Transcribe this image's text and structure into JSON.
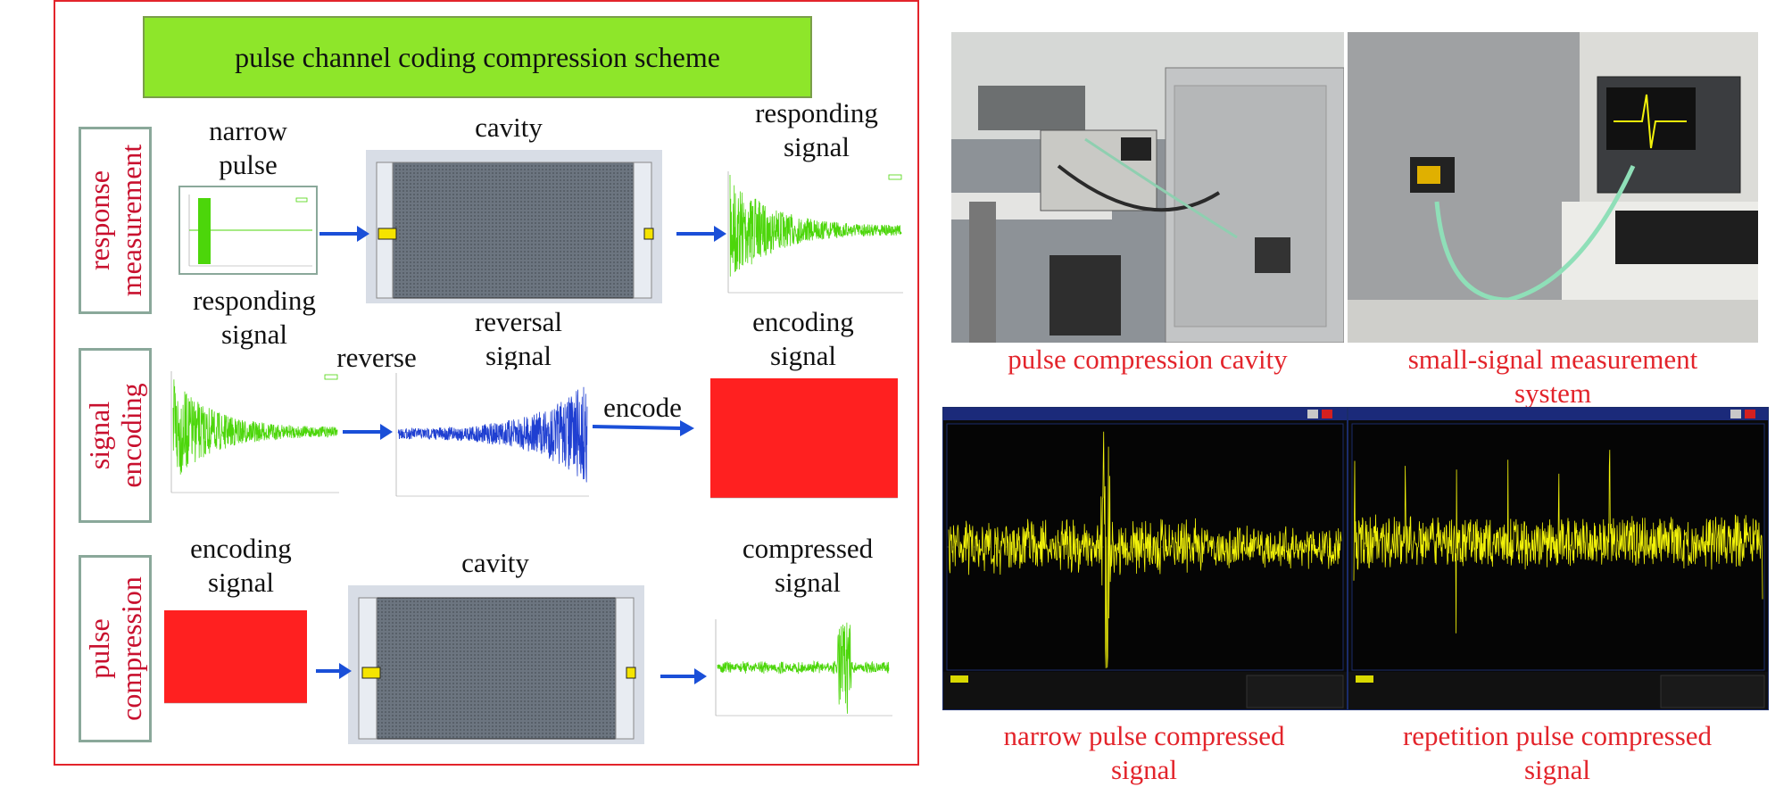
{
  "title": "pulse channel coding compression scheme",
  "rows": [
    {
      "label": "response\nmeasurement"
    },
    {
      "label": "signal\nencoding"
    },
    {
      "label": "pulse\ncompression"
    }
  ],
  "labels": {
    "narrow_pulse": "narrow\npulse",
    "cavity_1": "cavity",
    "responding_signal_1": "responding\nsignal",
    "responding_signal_2": "responding\nsignal",
    "reverse": "reverse",
    "reversal_signal": "reversal\nsignal",
    "encode": "encode",
    "encoding_signal_1": "encoding\nsignal",
    "encoding_signal_2": "encoding\nsignal",
    "cavity_2": "cavity",
    "compressed_signal": "compressed\nsignal"
  },
  "captions": {
    "cavity_photo": "pulse compression cavity",
    "measurement_photo": "small-signal measurement\nsystem",
    "narrow_scope": "narrow pulse compressed\nsignal",
    "repetition_scope": "repetition pulse compressed\nsignal"
  },
  "colors": {
    "frame": "#e3242b",
    "title_bg": "#8ee62a",
    "green_signal": "#4cd60a",
    "blue_signal": "#1f3fd1",
    "red_signal": "#ff2020",
    "arrow": "#1a4fd8",
    "scope_trace": "#f2f20a",
    "caption": "#e3242b"
  }
}
